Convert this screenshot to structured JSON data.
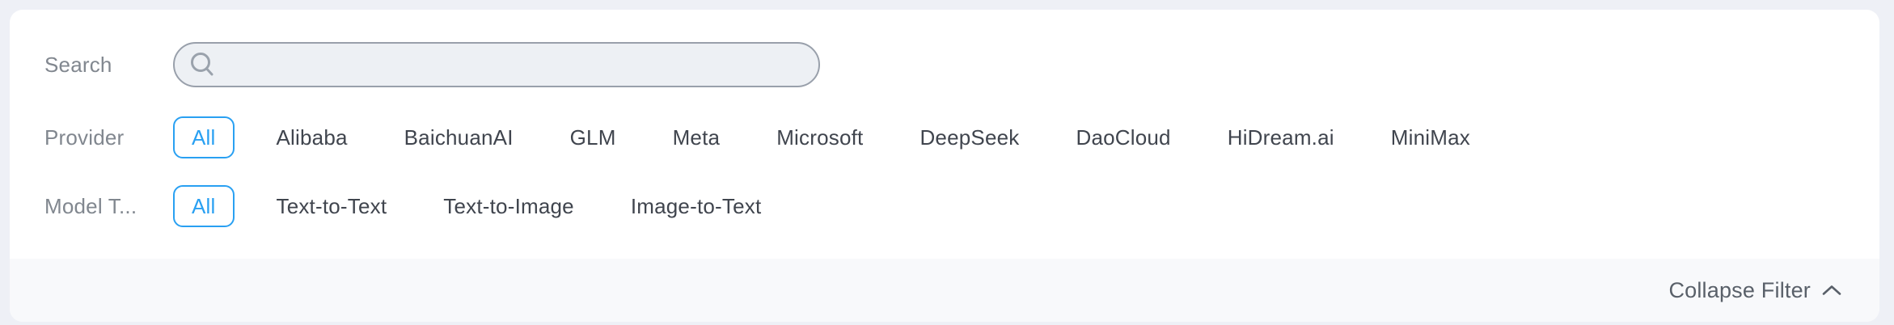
{
  "search": {
    "label": "Search",
    "value": "",
    "icon": "magnifier"
  },
  "rows": [
    {
      "label": "Provider",
      "selected": "All",
      "options": [
        "All",
        "Alibaba",
        "BaichuanAI",
        "GLM",
        "Meta",
        "Microsoft",
        "DeepSeek",
        "DaoCloud",
        "HiDream.ai",
        "MiniMax"
      ]
    },
    {
      "label": "Model T...",
      "selected": "All",
      "options": [
        "All",
        "Text-to-Text",
        "Text-to-Image",
        "Image-to-Text"
      ]
    }
  ],
  "footer": {
    "collapse_label": "Collapse Filter",
    "chevron_icon": "chevron-up"
  },
  "colors": {
    "accent": "#29a0f2",
    "page_background": "#eef0f6",
    "card_background": "#ffffff",
    "footer_background": "#f8f9fb",
    "label_text": "#81878f",
    "chip_text": "#40454e",
    "footer_text": "#596069",
    "input_fill": "#edf0f4",
    "input_border": "#99a0ab"
  }
}
